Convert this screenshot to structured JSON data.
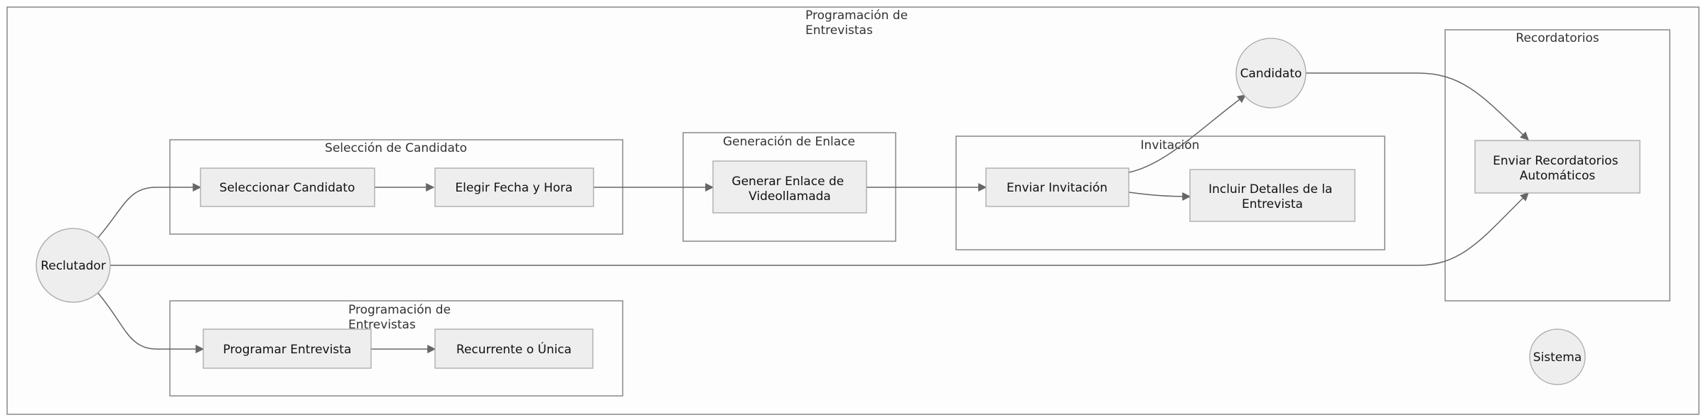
{
  "diagram": {
    "outer_title": [
      "Programación de",
      "Entrevistas"
    ],
    "subgraphs": {
      "seleccion": "Selección de Candidato",
      "enlace": "Generación de Enlace",
      "invitacion": "Invitación",
      "recordatorios": "Recordatorios",
      "programacion": [
        "Programación de",
        "Entrevistas"
      ]
    },
    "nodes": {
      "reclutador": [
        "Reclutador"
      ],
      "candidato": [
        "Candidato"
      ],
      "sistema": [
        "Sistema"
      ],
      "seleccionar_candidato": [
        "Seleccionar Candidato"
      ],
      "elegir_fecha": [
        "Elegir Fecha y Hora"
      ],
      "generar_enlace": [
        "Generar Enlace de",
        "Videollamada"
      ],
      "enviar_invitacion": [
        "Enviar Invitación"
      ],
      "incluir_detalles": [
        "Incluir Detalles de la",
        "Entrevista"
      ],
      "enviar_recordatorios": [
        "Enviar Recordatorios",
        "Automáticos"
      ],
      "programar_entrevista": [
        "Programar Entrevista"
      ],
      "recurrente": [
        "Recurrente o Única"
      ]
    }
  }
}
